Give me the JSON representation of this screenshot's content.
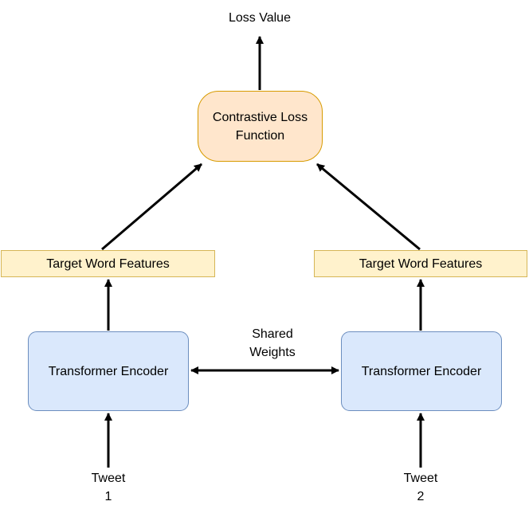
{
  "output": {
    "label": "Loss Value"
  },
  "loss_function": {
    "line1": "Contrastive Loss",
    "line2": "Function"
  },
  "features_left": {
    "label": "Target Word Features"
  },
  "features_right": {
    "label": "Target Word Features"
  },
  "encoder_left": {
    "label": "Transformer Encoder"
  },
  "encoder_right": {
    "label": "Transformer Encoder"
  },
  "shared_weights": {
    "line1": "Shared",
    "line2": "Weights"
  },
  "tweet_left": {
    "line1": "Tweet",
    "line2": "1"
  },
  "tweet_right": {
    "line1": "Tweet",
    "line2": "2"
  },
  "colors": {
    "loss_fill": "#ffe6cc",
    "loss_stroke": "#d79b00",
    "feature_fill": "#fff2cc",
    "feature_stroke": "#d6b656",
    "encoder_fill": "#dae8fc",
    "encoder_stroke": "#6c8ebf",
    "arrow": "#000000"
  }
}
